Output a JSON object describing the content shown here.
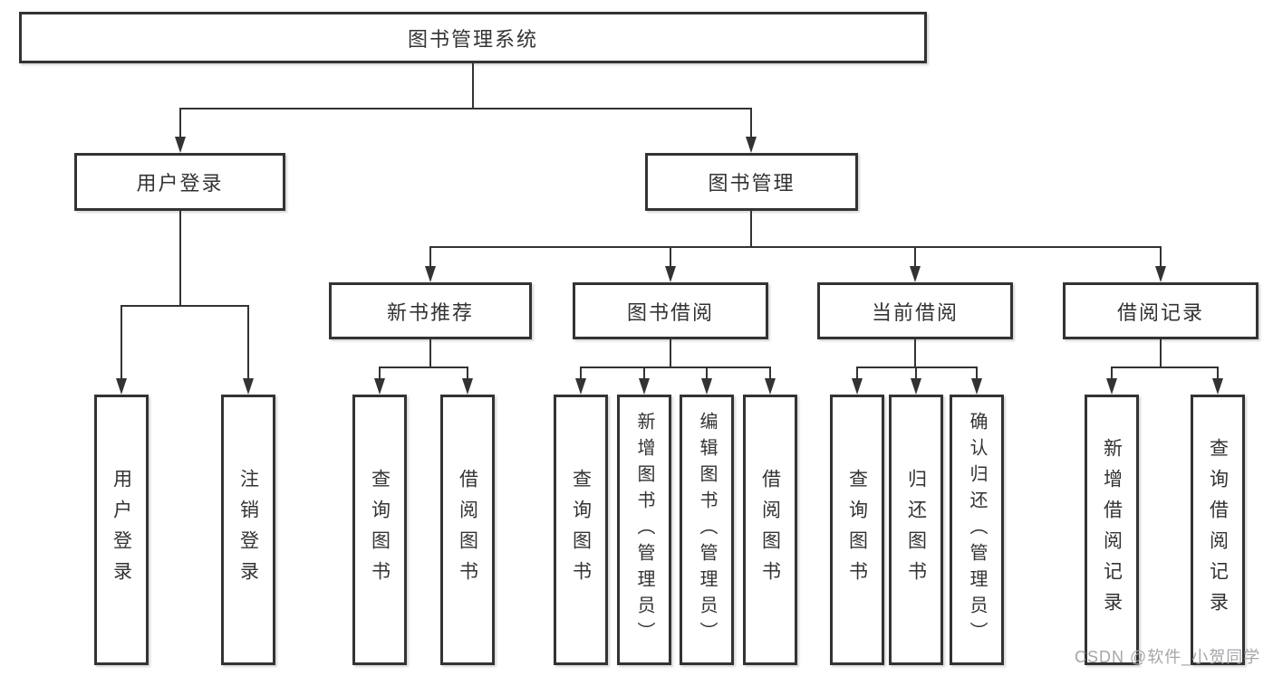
{
  "tree": {
    "root": {
      "label": "图书管理系统"
    },
    "children": [
      {
        "label": "用户登录",
        "children": [
          {
            "label": "用户登录"
          },
          {
            "label": "注销登录"
          }
        ]
      },
      {
        "label": "图书管理",
        "children": [
          {
            "label": "新书推荐",
            "children": [
              {
                "label": "查询图书"
              },
              {
                "label": "借阅图书"
              }
            ]
          },
          {
            "label": "图书借阅",
            "children": [
              {
                "label": "查询图书"
              },
              {
                "label": "新增图书（管理员）"
              },
              {
                "label": "编辑图书（管理员）"
              },
              {
                "label": "借阅图书"
              }
            ]
          },
          {
            "label": "当前借阅",
            "children": [
              {
                "label": "查询图书"
              },
              {
                "label": "归还图书"
              },
              {
                "label": "确认归还（管理员）"
              }
            ]
          },
          {
            "label": "借阅记录",
            "children": [
              {
                "label": "新增借阅记录"
              },
              {
                "label": "查询借阅记录"
              }
            ]
          }
        ]
      }
    ]
  },
  "watermark": {
    "text": "CSDN @软件_小贺同学"
  },
  "colors": {
    "line": "#333333",
    "box_border": "#333333",
    "text": "#333333",
    "watermark": "#a6a6ab",
    "background": "#ffffff"
  }
}
